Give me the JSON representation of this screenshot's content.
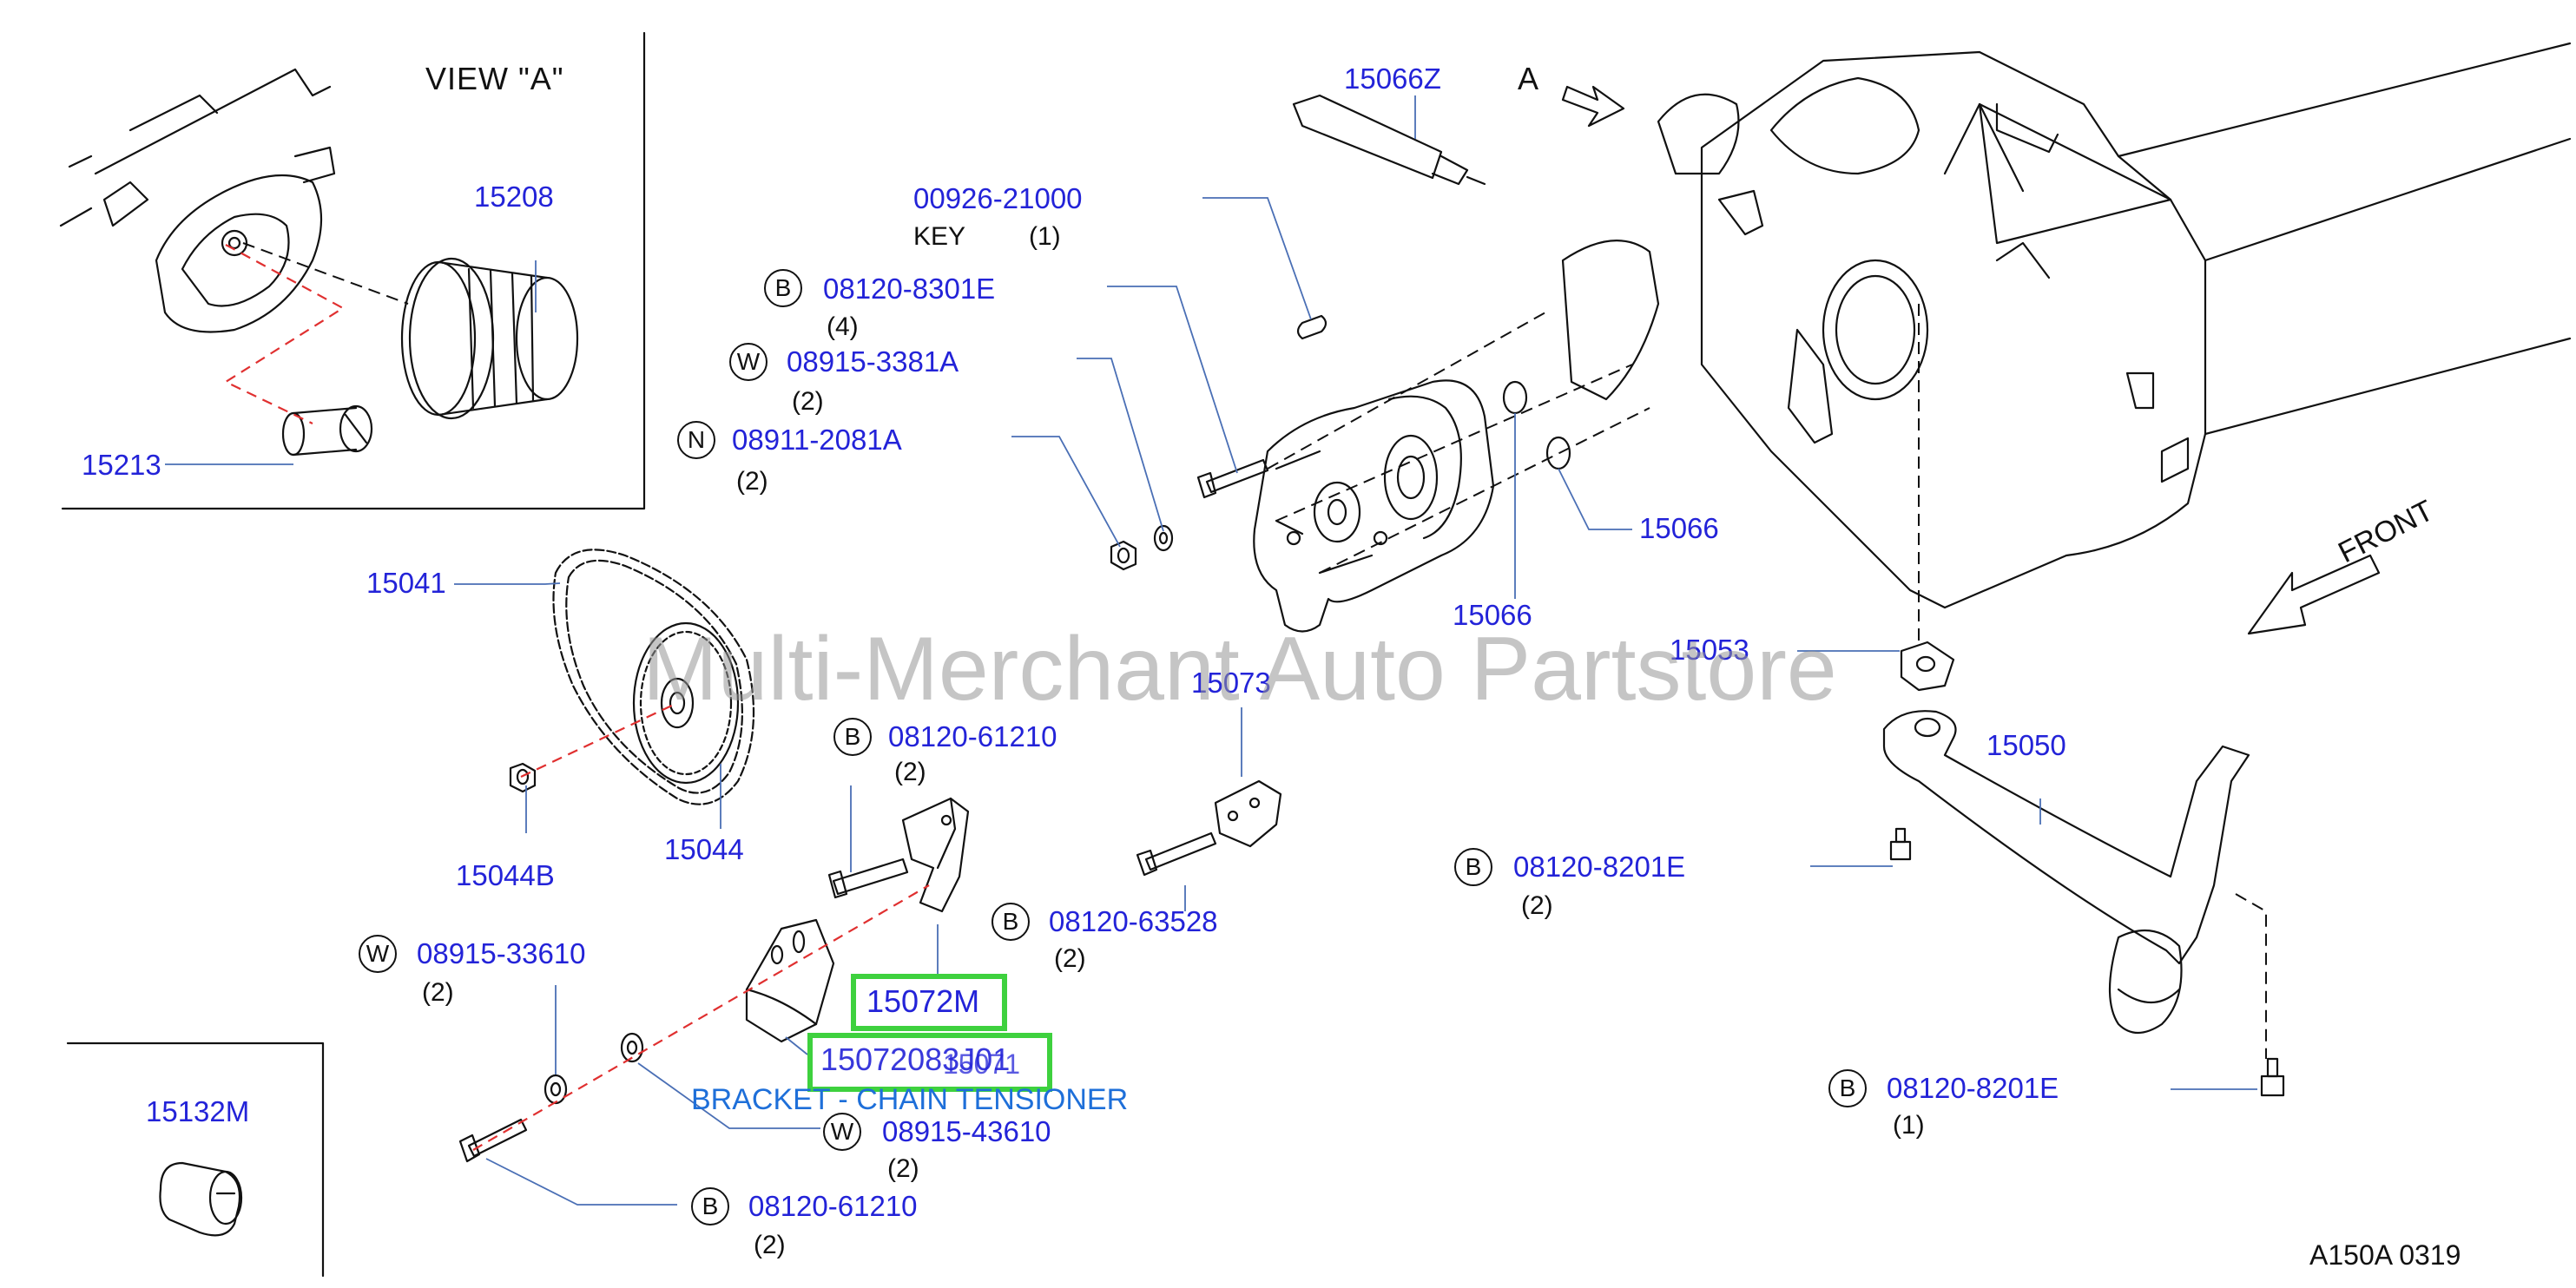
{
  "view_title": "VIEW  \"A\"",
  "view_marker": "A",
  "front_label": "FRONT",
  "footer_code": "A150A   0319",
  "watermark": "Multi-Merchant Auto Partstore",
  "description": "BRACKET - CHAIN TENSIONER",
  "highlighted_parts": [
    "15072M",
    "15072083J01"
  ],
  "highlight_overlap_text": "15071",
  "part_numbers": {
    "p15208": "15208",
    "p15213": "15213",
    "p15066Z": "15066Z",
    "p00926": "00926-21000",
    "p08120_8301E": "08120-8301E",
    "p08915_3381A": "08915-3381A",
    "p08911_2081A": "08911-2081A",
    "p15041": "15041",
    "p15044B": "15044B",
    "p15044": "15044",
    "p15066a": "15066",
    "p15066b": "15066",
    "p15053": "15053",
    "p15073": "15073",
    "p08120_61210_top": "08120-61210",
    "p08120_63528": "08120-63528",
    "p15050": "15050",
    "p08120_8201E_a": "08120-8201E",
    "p08120_8201E_b": "08120-8201E",
    "p08915_33610": "08915-33610",
    "p08915_43610": "08915-43610",
    "p08120_61210_bot": "08120-61210",
    "p15132M": "15132M"
  },
  "key_label": "KEY",
  "quantities": {
    "q00926": "(1)",
    "q08120_8301E": "(4)",
    "q08915_3381A": "(2)",
    "q08911_2081A": "(2)",
    "q08120_61210_top": "(2)",
    "q08120_63528": "(2)",
    "q08120_8201E_a": "(2)",
    "q08120_8201E_b": "(1)",
    "q08915_33610": "(2)",
    "q08915_43610": "(2)",
    "q08120_61210_bot": "(2)"
  },
  "fastener_tags": {
    "t1": "B",
    "t2": "W",
    "t3": "N",
    "t4": "B",
    "t5": "B",
    "t6": "B",
    "t7": "B",
    "t8": "W",
    "t9": "W",
    "t10": "B"
  },
  "colors": {
    "part_number": "#2323d8",
    "highlight": "#3ed13e",
    "description": "#1e6fd9",
    "leader_line": "#4a6fb5",
    "center_line": "#e03030"
  }
}
